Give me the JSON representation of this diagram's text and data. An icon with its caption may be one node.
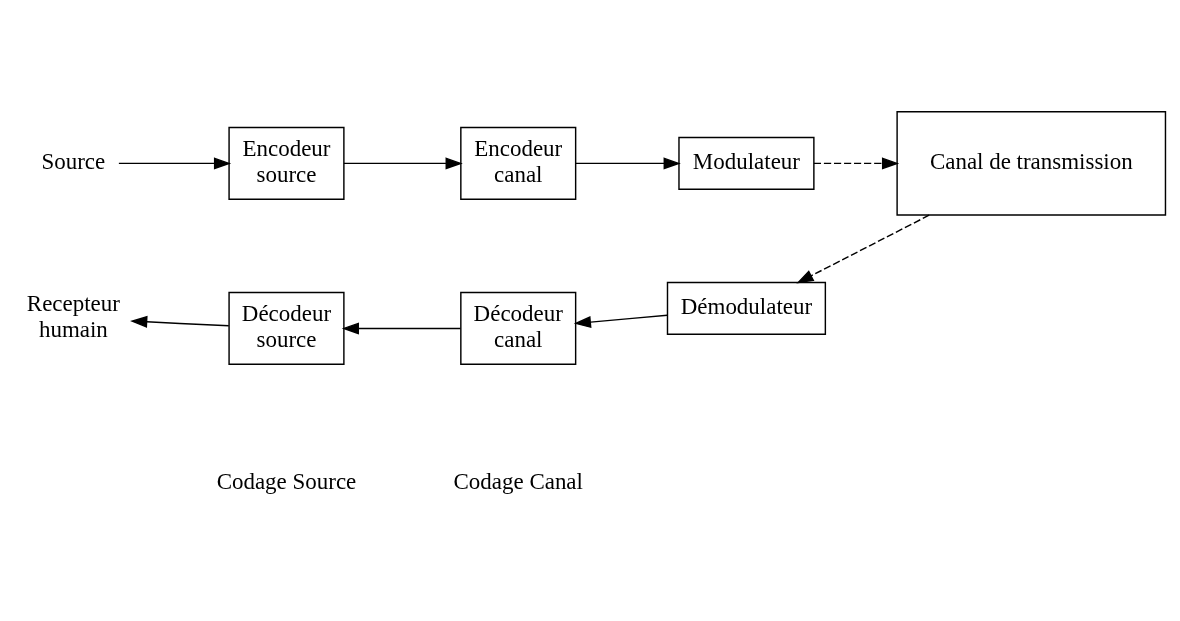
{
  "diagram": {
    "nodes": [
      {
        "text": [
          "Source"
        ]
      },
      {
        "text": [
          "Encodeur source"
        ]
      },
      {
        "text": [
          "Encodeur canal"
        ]
      },
      {
        "text": [
          "Modulateur"
        ]
      },
      {
        "text": [
          "Canal de transmission"
        ]
      },
      {
        "text": [
          "Démodulateur"
        ]
      },
      {
        "text": [
          "Décodeur canal"
        ]
      },
      {
        "text": [
          "Décodeur source"
        ]
      },
      {
        "text": [
          "Recepteur humain"
        ]
      }
    ],
    "edges": [
      {
        "from": 0,
        "to": 1,
        "arrow": "to"
      },
      {
        "from": 1,
        "to": 2,
        "arrow": "to"
      },
      {
        "from": 2,
        "to": 3,
        "arrow": "to"
      },
      {
        "from": 3,
        "to": 4,
        "arrow": "to",
        "style": "dashed"
      },
      {
        "from": 4,
        "to": 5,
        "arrow": "to",
        "style": "dashed"
      },
      {
        "from": 5,
        "to": 6,
        "arrow": "to"
      },
      {
        "from": 6,
        "to": 7,
        "arrow": "to"
      },
      {
        "from": 7,
        "to": 8,
        "arrow": "to"
      }
    ],
    "labels": [
      "Codage Source",
      "Codage Canal"
    ]
  }
}
